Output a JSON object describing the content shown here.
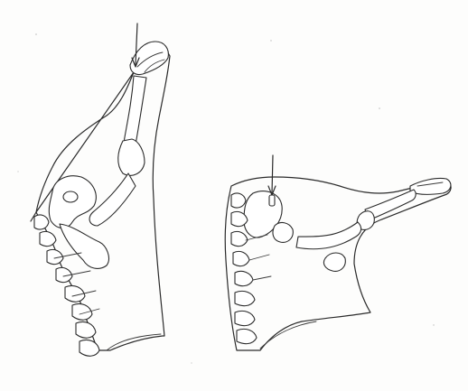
{
  "figure": {
    "panels": [
      {
        "id": "left",
        "view": "flexed"
      },
      {
        "id": "right",
        "view": "extended"
      }
    ],
    "colors": {
      "line": "#2b2b2b",
      "paper": "#fdfdfc"
    },
    "icons": [
      "arrow-icon",
      "arrow-icon"
    ]
  }
}
